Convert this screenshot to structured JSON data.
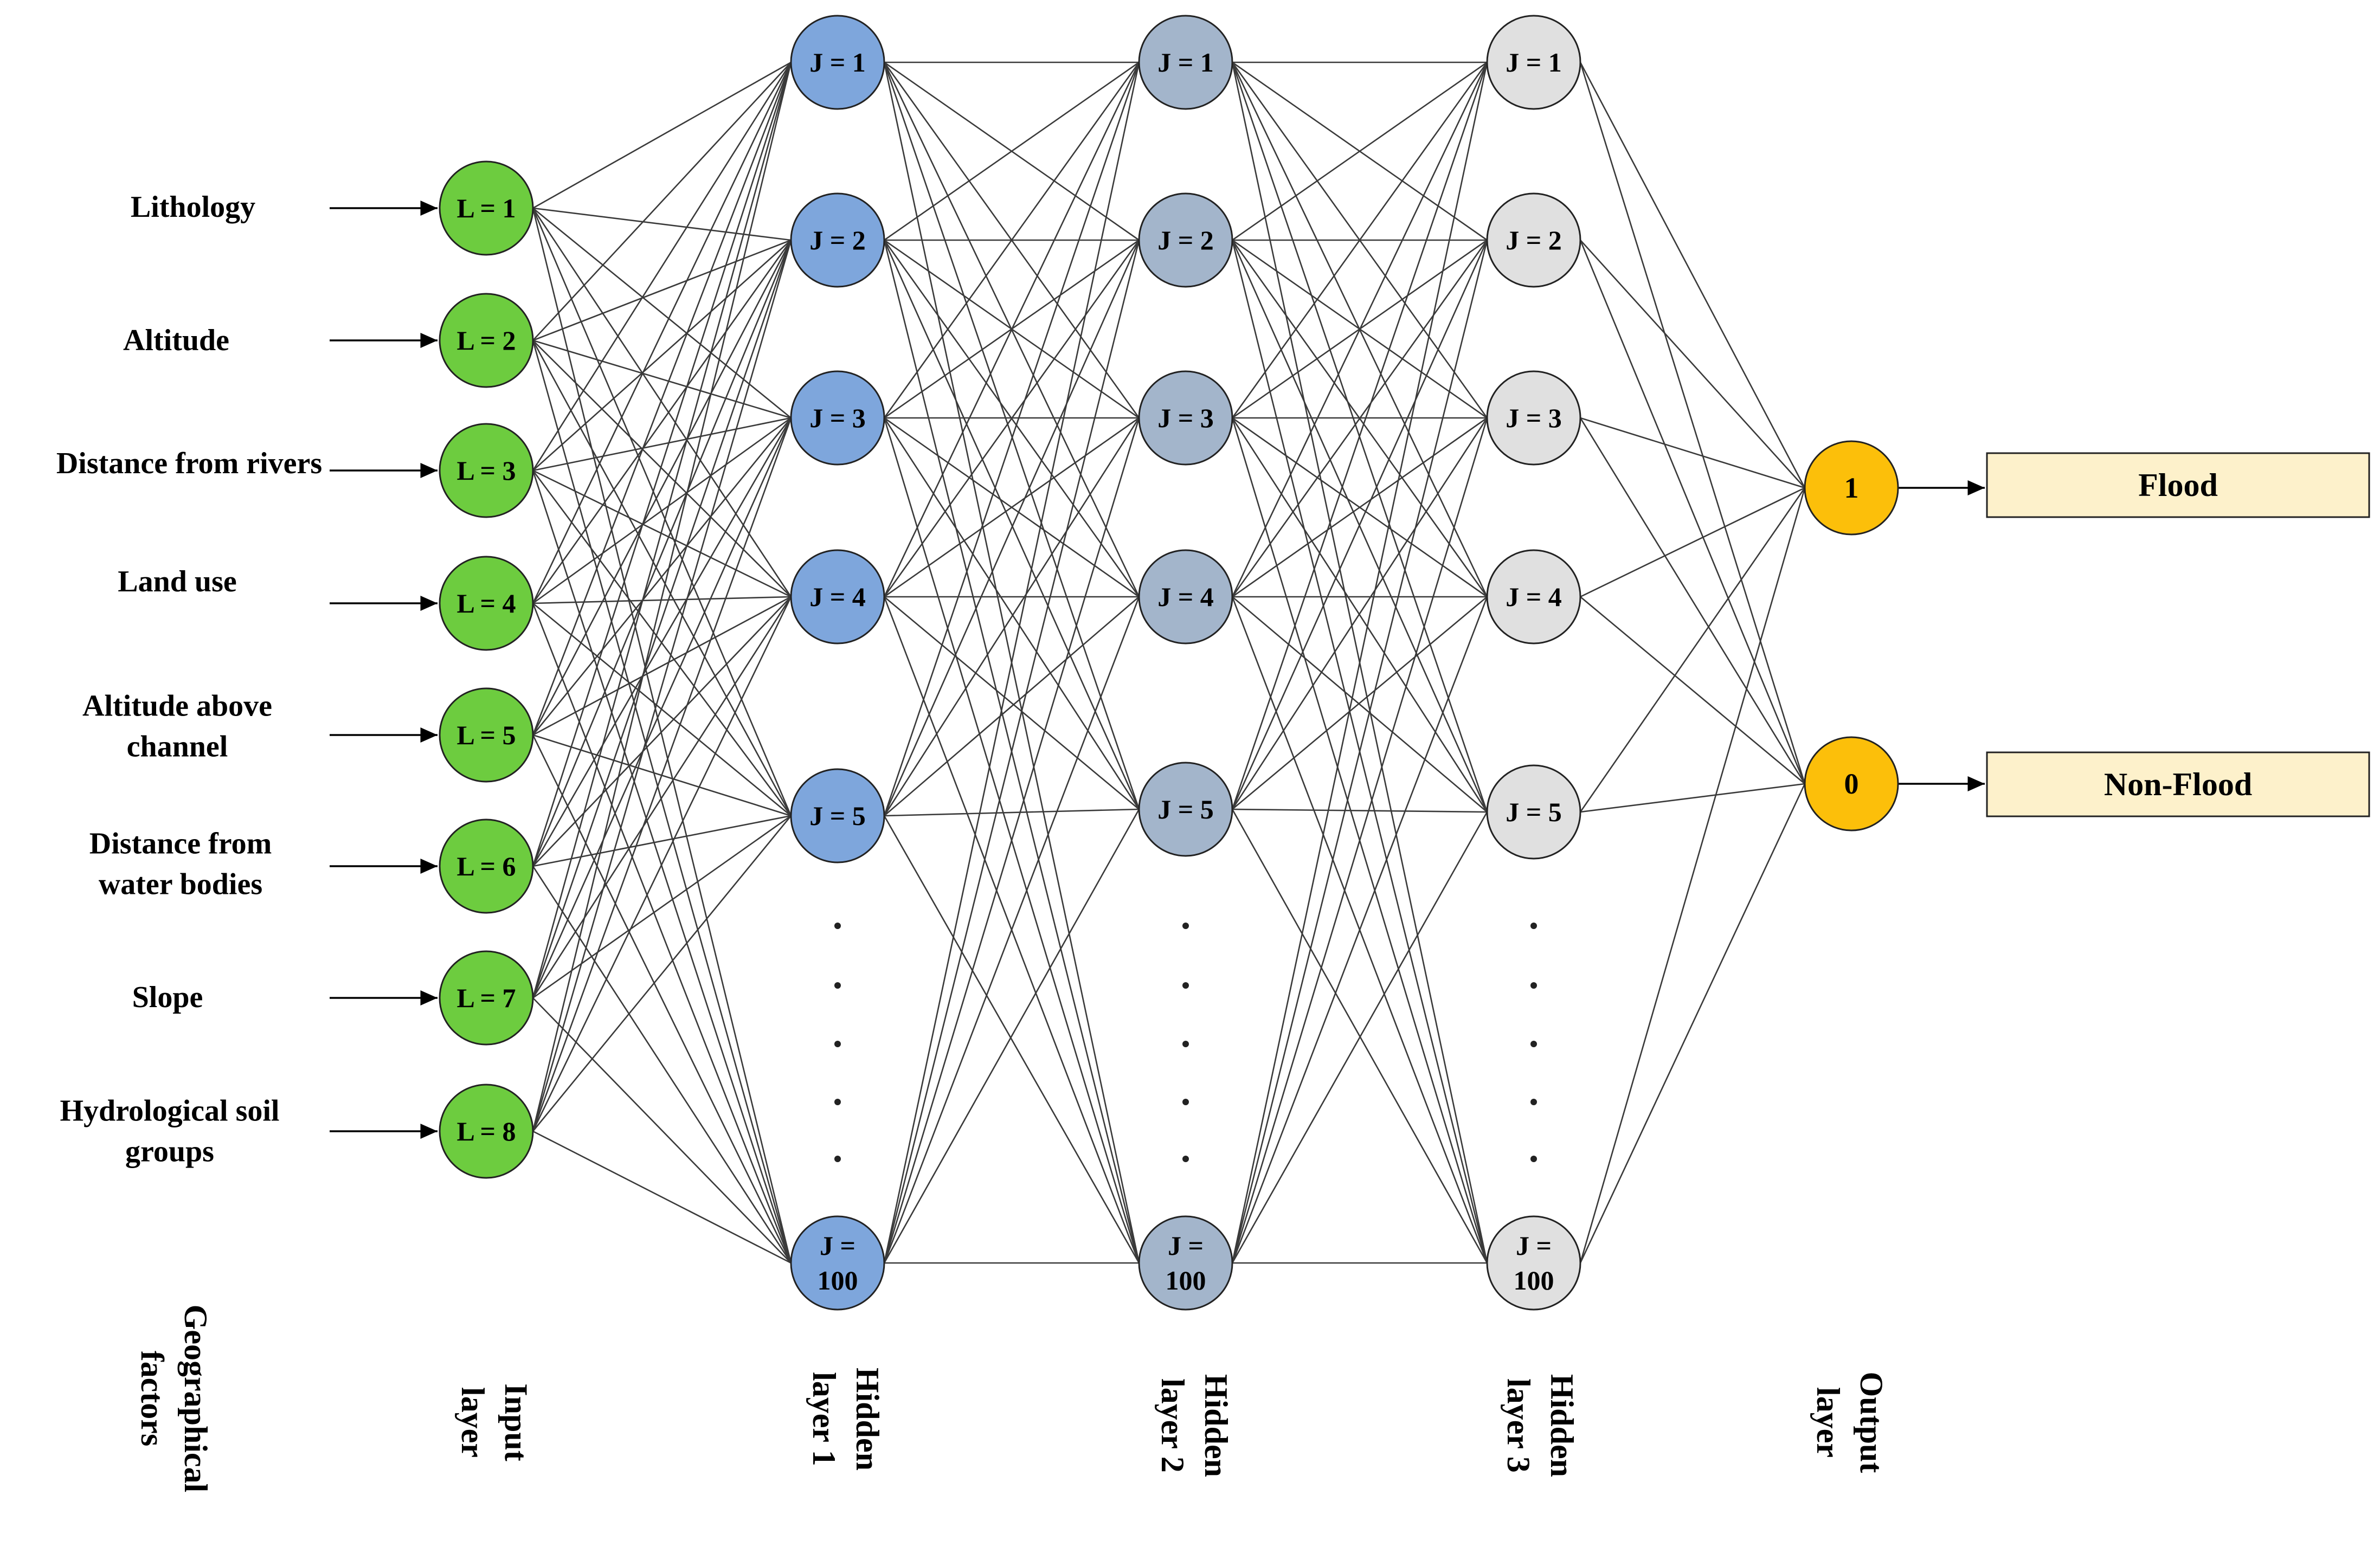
{
  "colors": {
    "input": "#6dcc3f",
    "hidden1": "#7ea6dc",
    "hidden2": "#a3b5cb",
    "hidden3": "#e0e0e0",
    "output": "#fcbf0a",
    "box": "#fdf1cb",
    "edge": "#3a3a3a"
  },
  "factors": [
    {
      "lines": [
        "Lithology"
      ]
    },
    {
      "lines": [
        "Altitude"
      ]
    },
    {
      "lines": [
        "Distance from rivers"
      ]
    },
    {
      "lines": [
        "Land use"
      ]
    },
    {
      "lines": [
        "Altitude above",
        "channel"
      ]
    },
    {
      "lines": [
        "Distance from",
        "water bodies"
      ]
    },
    {
      "lines": [
        "Slope"
      ]
    },
    {
      "lines": [
        "Hydrological soil",
        "groups"
      ]
    }
  ],
  "input_layer": {
    "nodes": [
      "L = 1",
      "L = 2",
      "L = 3",
      "L = 4",
      "L = 5",
      "L = 6",
      "L = 7",
      "L = 8"
    ]
  },
  "hidden_layers": [
    {
      "nodes": [
        [
          "J = 1"
        ],
        [
          "J = 2"
        ],
        [
          "J = 3"
        ],
        [
          "J = 4"
        ],
        [
          "J = 5"
        ],
        [
          "J =",
          "100"
        ]
      ]
    },
    {
      "nodes": [
        [
          "J = 1"
        ],
        [
          "J = 2"
        ],
        [
          "J = 3"
        ],
        [
          "J = 4"
        ],
        [
          "J = 5"
        ],
        [
          "J =",
          "100"
        ]
      ]
    },
    {
      "nodes": [
        [
          "J = 1"
        ],
        [
          "J = 2"
        ],
        [
          "J = 3"
        ],
        [
          "J = 4"
        ],
        [
          "J = 5"
        ],
        [
          "J =",
          "100"
        ]
      ]
    }
  ],
  "output_layer": {
    "nodes": [
      "1",
      "0"
    ]
  },
  "outputs": [
    "Flood",
    "Non-Flood"
  ],
  "layer_labels": [
    {
      "lines": [
        "Geographical",
        "factors"
      ]
    },
    {
      "lines": [
        "Input",
        "layer"
      ]
    },
    {
      "lines": [
        "Hidden",
        "layer 1"
      ]
    },
    {
      "lines": [
        "Hidden",
        "layer 2"
      ]
    },
    {
      "lines": [
        "Hidden",
        "layer 3"
      ]
    },
    {
      "lines": [
        "Output",
        "layer"
      ]
    }
  ]
}
